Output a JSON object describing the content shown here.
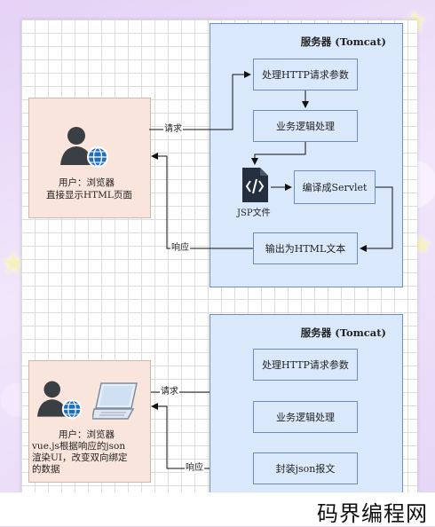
{
  "diagram1": {
    "server_title": "服务器 (Tomcat)",
    "box_http": "处理HTTP请求参数",
    "box_logic": "业务逻辑处理",
    "box_compile": "编译成Servlet",
    "box_output": "输出为HTML文本",
    "jsp_label": "JSP文件",
    "user_line1": "用户：浏览器",
    "user_line2": "直接显示HTML页面",
    "request_label": "请求",
    "response_label": "响应"
  },
  "diagram2": {
    "server_title": "服务器 (Tomcat)",
    "box_http": "处理HTTP请求参数",
    "box_logic": "业务逻辑处理",
    "box_json": "封装json报文",
    "user_line1": "用户：浏览器",
    "user_line2": "vue.js根据响应的json",
    "user_line3": "渲染UI，改变双向绑定",
    "user_line4": "的数据",
    "request_label": "请求",
    "response_label": "响应"
  },
  "watermark": "码界编程网",
  "colors": {
    "server_fill": "#dae8fc",
    "server_border": "#6c8ebf",
    "user_fill": "#fae5dc",
    "globe": "#1f6fbf",
    "person": "#3a3f44"
  },
  "icons": [
    "user-web-icon",
    "jsp-file-icon",
    "laptop-icon"
  ]
}
